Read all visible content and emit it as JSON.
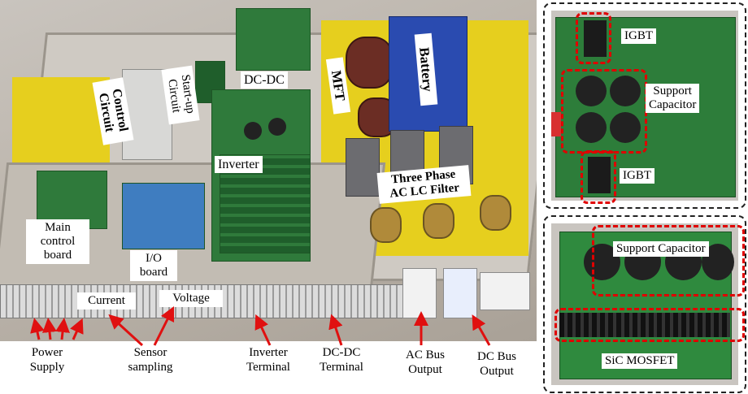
{
  "labels": {
    "control_circuit": [
      "Control",
      "Circuit"
    ],
    "startup_circuit": [
      "Start-up",
      "Circuit"
    ],
    "dcdc": "DC-DC",
    "mft": "MFT",
    "battery": "Battery",
    "inverter": "Inverter",
    "three_phase": [
      "Three Phase",
      "AC LC Filter"
    ],
    "main_control_board": [
      "Main",
      "control",
      "board"
    ],
    "io_board": [
      "I/O",
      "board"
    ],
    "current": "Current",
    "voltage": "Voltage"
  },
  "captions": {
    "power_supply": [
      "Power",
      "Supply"
    ],
    "sensor_sampling": [
      "Sensor",
      "sampling"
    ],
    "inverter_terminal": [
      "Inverter",
      "Terminal"
    ],
    "dcdc_terminal": [
      "DC-DC",
      "Terminal"
    ],
    "ac_bus_output": [
      "AC Bus",
      "Output"
    ],
    "dc_bus_output": [
      "DC Bus",
      "Output"
    ]
  },
  "top_panel": {
    "igbt_top": "IGBT",
    "support_capacitor": [
      "Support",
      "Capacitor"
    ],
    "igbt_bottom": "IGBT"
  },
  "bottom_panel": {
    "support_capacitor": "Support Capacitor",
    "sic_mosfet": "SiC MOSFET"
  },
  "colors": {
    "highlight_red": "#e00000",
    "arrow_red": "#e01010",
    "pcb_green": "#2f7a3b"
  }
}
